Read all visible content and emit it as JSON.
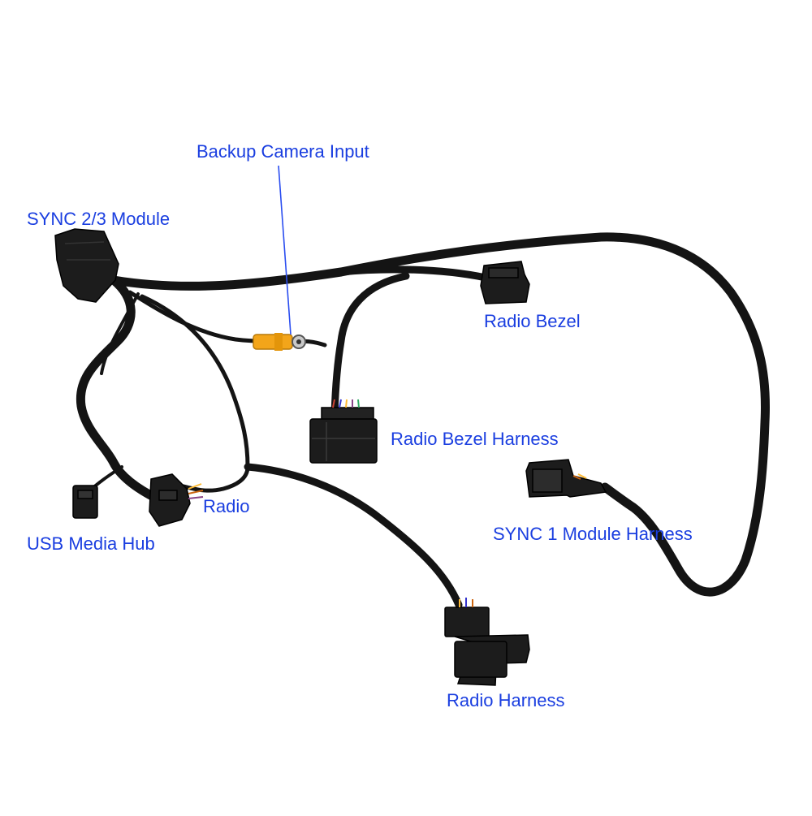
{
  "colors": {
    "label": "#1a3ee0",
    "cable": "#141414",
    "connector": "#1c1c1c",
    "rca": "#f3a51a",
    "pointer": "#2a4df0"
  },
  "labels": {
    "backup_camera_input": "Backup Camera Input",
    "sync_23_module": "SYNC 2/3 Module",
    "radio_bezel": "Radio Bezel",
    "radio_bezel_harness": "Radio Bezel Harness",
    "radio": "Radio",
    "usb_media_hub": "USB Media Hub",
    "sync_1_module_harness": "SYNC 1 Module Harness",
    "radio_harness": "Radio Harness"
  }
}
